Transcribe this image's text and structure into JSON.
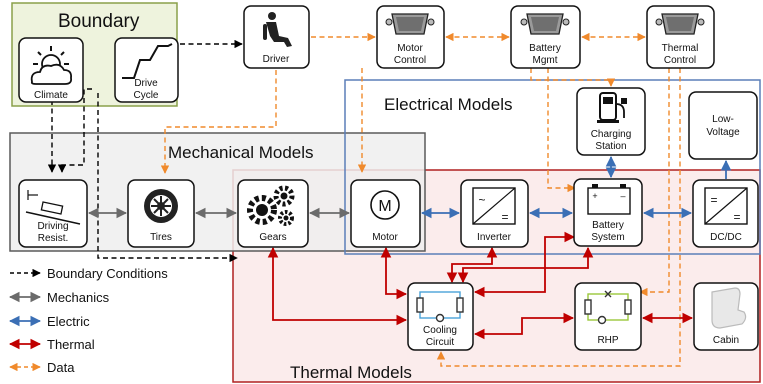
{
  "regions": {
    "boundary": "Boundary",
    "electrical": "Electrical Models",
    "mechanical": "Mechanical Models",
    "thermal": "Thermal Models"
  },
  "nodes": {
    "climate": {
      "label": "Climate",
      "icon": "sun-cloud-icon"
    },
    "drive_cycle": {
      "line1": "Drive",
      "line2": "Cycle",
      "icon": "speed-profile-icon"
    },
    "driver": {
      "label": "Driver",
      "icon": "driver-seated-icon"
    },
    "motor_control": {
      "line1": "Motor",
      "line2": "Control",
      "icon": "connector-icon"
    },
    "battery_mgmt": {
      "line1": "Battery",
      "line2": "Mgmt",
      "icon": "connector-icon"
    },
    "thermal_control": {
      "line1": "Thermal",
      "line2": "Control",
      "icon": "connector-icon"
    },
    "charging_station": {
      "line1": "Charging",
      "line2": "Station",
      "icon": "charging-station-icon"
    },
    "low_voltage": {
      "line1": "Low-",
      "line2": "Voltage"
    },
    "driving_resist": {
      "line1": "Driving",
      "line2": "Resist.",
      "icon": "incline-vehicle-icon"
    },
    "tires": {
      "label": "Tires",
      "icon": "tire-icon"
    },
    "gears": {
      "label": "Gears",
      "icon": "gears-icon"
    },
    "motor": {
      "label": "Motor",
      "symbol": "M",
      "icon": "motor-icon"
    },
    "inverter": {
      "label": "Inverter",
      "icon": "inverter-icon"
    },
    "battery_system": {
      "line1": "Battery",
      "line2": "System",
      "icon": "battery-icon"
    },
    "dcdc": {
      "label": "DC/DC",
      "icon": "dcdc-icon"
    },
    "cooling_circuit": {
      "line1": "Cooling",
      "line2": "Circuit",
      "icon": "cooling-loop-icon"
    },
    "rhp": {
      "label": "RHP",
      "icon": "heat-pump-icon"
    },
    "cabin": {
      "label": "Cabin",
      "icon": "car-seat-icon"
    }
  },
  "legend": [
    {
      "label": "Boundary Conditions",
      "style": "dashed",
      "color": "#000000"
    },
    {
      "label": "Mechanics",
      "style": "solid",
      "color": "#6b6b6b"
    },
    {
      "label": "Electric",
      "style": "solid",
      "color": "#3b6fb5"
    },
    {
      "label": "Thermal",
      "style": "solid",
      "color": "#c00000"
    },
    {
      "label": "Data",
      "style": "dashed",
      "color": "#f08a2c"
    }
  ],
  "colors": {
    "boundary_fill": "#eef3dd",
    "boundary_border": "#8aa04a",
    "electrical_border": "#5b7fb8",
    "mechanical_fill": "#f0f0f0",
    "mechanical_border": "#5a5a5a",
    "thermal_fill": "#fbecec",
    "thermal_border": "#b02020",
    "boundary_text": "#6b6b5f",
    "electrical_text": "#3b63a8",
    "mechanical_text": "#555555",
    "thermal_text": "#b81e1e"
  }
}
